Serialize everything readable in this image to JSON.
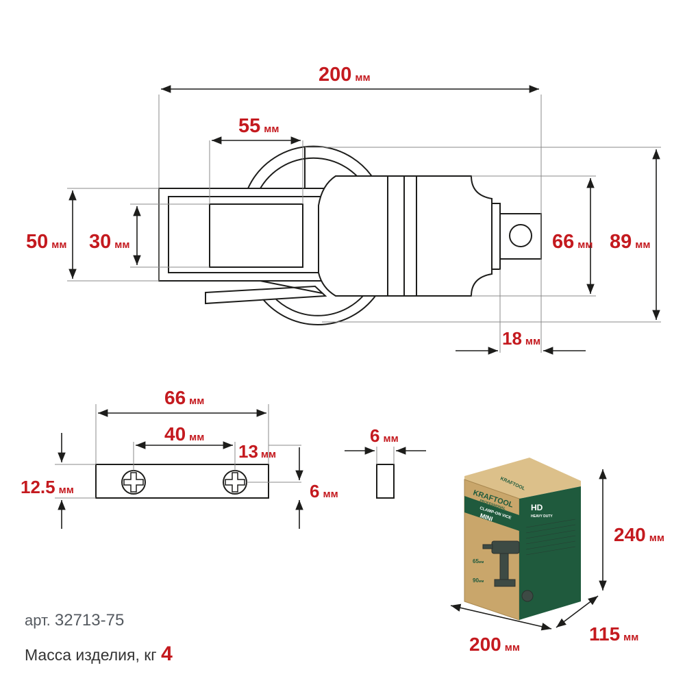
{
  "dimensions": {
    "overall_width": {
      "value": "200",
      "unit": "мм"
    },
    "jaw_opening": {
      "value": "55",
      "unit": "мм"
    },
    "clamp_height": {
      "value": "50",
      "unit": "мм"
    },
    "inner_height": {
      "value": "30",
      "unit": "мм"
    },
    "jaw_width": {
      "value": "66",
      "unit": "мм"
    },
    "total_height": {
      "value": "89",
      "unit": "мм"
    },
    "tab_width": {
      "value": "18",
      "unit": "мм"
    }
  },
  "jaw_plate": {
    "length": {
      "value": "66",
      "unit": "мм"
    },
    "hole_spacing": {
      "value": "40",
      "unit": "мм"
    },
    "edge_offset": {
      "value": "13",
      "unit": "мм"
    },
    "height": {
      "value": "12.5",
      "unit": "мм"
    },
    "hole_offset": {
      "value": "6",
      "unit": "мм"
    }
  },
  "plate_thickness": {
    "value": "6",
    "unit": "мм"
  },
  "package": {
    "height": {
      "value": "240",
      "unit": "мм"
    },
    "width": {
      "value": "200",
      "unit": "мм"
    },
    "depth": {
      "value": "115",
      "unit": "мм"
    },
    "brand": "KRAFTOOL",
    "brand_sub": "PROFESSIONAL",
    "product_line": "CLAMP-ON VICE",
    "product_model": "MINI",
    "badge": "HD",
    "badge_sub": "HEAVY DUTY",
    "spec_jaw": "65",
    "spec_jaw_unit": "мм",
    "spec_open": "90",
    "spec_open_unit": "мм",
    "colors": {
      "cardboard": "#c9a66b",
      "green": "#1f5a3d"
    }
  },
  "info": {
    "article_label": "арт.",
    "article_number": "32713-75",
    "weight_label": "Масса изделия, кг",
    "weight_value": "4"
  },
  "colors": {
    "dimension": "#c41a1f",
    "line": "#1d1d1b"
  }
}
